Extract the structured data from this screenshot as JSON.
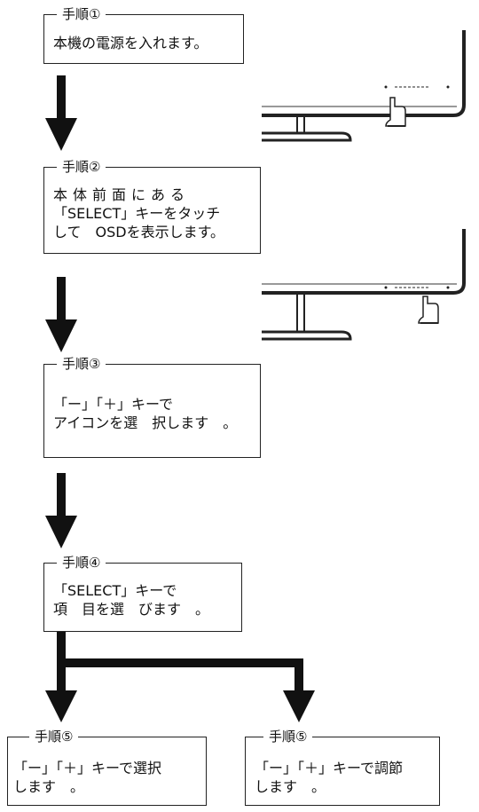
{
  "steps": [
    {
      "label": "手順①",
      "lines": [
        "本機の電源を入れます。"
      ]
    },
    {
      "label": "手順②",
      "lines": [
        "本体前面にある",
        "「SELECT」キーをタッチ",
        "して　OSDを表示します。"
      ]
    },
    {
      "label": "手順③",
      "lines": [
        "「ー」「＋」キーで",
        "アイコンを選　択します　。"
      ]
    },
    {
      "label": "手順④",
      "lines": [
        "「SELECT」キーで",
        "項　目を選　びます　。"
      ]
    },
    {
      "label": "手順⑤",
      "lines": [
        "「ー」「＋」キーで選択",
        "します　。"
      ]
    },
    {
      "label": "手順⑤",
      "lines": [
        "「ー」「＋」キーで調節",
        "します　。"
      ]
    }
  ],
  "colors": {
    "line": "#222222",
    "arrow": "#111111",
    "background": "#ffffff"
  }
}
